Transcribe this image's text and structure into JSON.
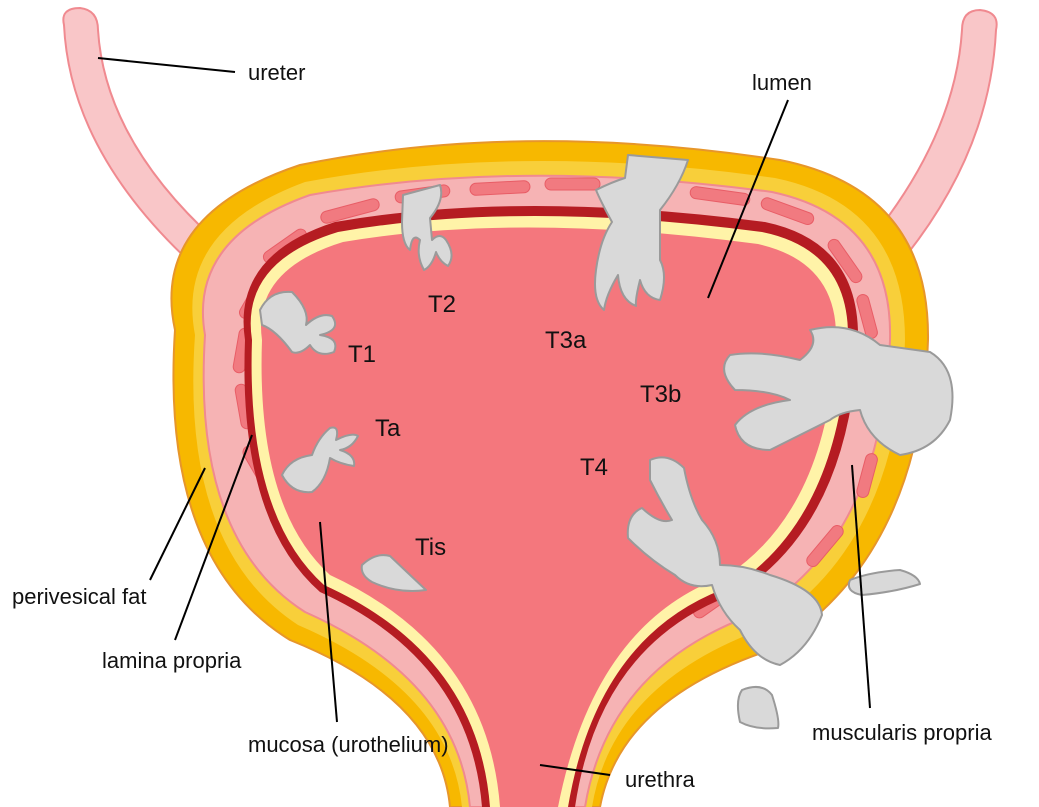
{
  "colors": {
    "fat": "#f7b800",
    "fat_inner": "#f8cf3a",
    "muscle_bg": "#f6b3b4",
    "muscle_fiber": "#f17a80",
    "lamina": "#b51c22",
    "mucosa": "#fff3a8",
    "lumen": "#f4777d",
    "ureter": "#f9c6c8",
    "tumor": "#d9d9d9",
    "tumor_edge": "#9a9a9a"
  },
  "labels": {
    "ureter": "ureter",
    "lumen": "lumen",
    "perivesical_fat": "perivesical fat",
    "lamina_propria": "lamina propria",
    "mucosa": "mucosa (urothelium)",
    "urethra": "urethra",
    "muscularis_propria": "muscularis propria"
  },
  "stages": {
    "T1": "T1",
    "T2": "T2",
    "T3a": "T3a",
    "T3b": "T3b",
    "Ta": "Ta",
    "T4": "T4",
    "Tis": "Tis"
  }
}
